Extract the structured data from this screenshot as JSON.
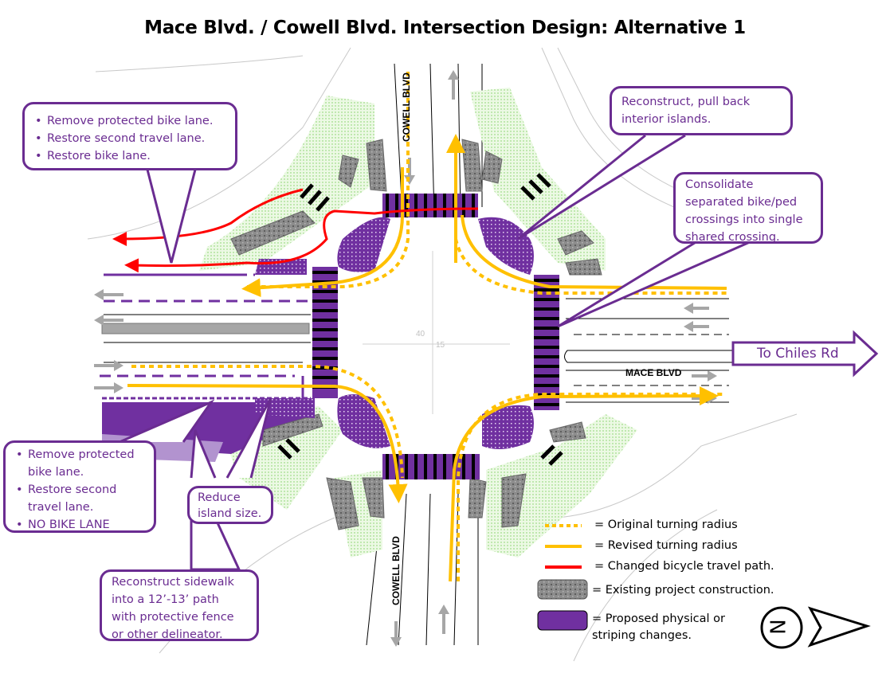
{
  "title": "Mace Blvd. / Cowell Blvd. Intersection Design: Alternative 1",
  "colors": {
    "callout_border": "#6a2c91",
    "callout_text": "#6a2c91",
    "proposed_purple": "#7030a0",
    "original_radius": "#ffc000",
    "revised_radius": "#ffc000",
    "bike_path": "#ff0000",
    "existing_construction": "#8c8c8c",
    "landscape_green": "#d9f2c9"
  },
  "road_labels": {
    "cowell_north": "COWELL BLVD",
    "cowell_south": "COWELL BLVD",
    "mace": "MACE BLVD"
  },
  "destination_arrow": {
    "label": "To Chiles Rd"
  },
  "callouts": {
    "top_left": {
      "items": [
        "Remove protected bike lane.",
        "Restore second travel lane.",
        "Restore bike lane."
      ]
    },
    "top_right": {
      "text_line1": "Reconstruct, pull back",
      "text_line2": "interior islands."
    },
    "mid_right": {
      "line1": "Consolidate",
      "line2": "separated bike/ped",
      "line3": "crossings into single",
      "line4": "shared crossing."
    },
    "bottom_left": {
      "items": [
        "Remove protected bike lane.",
        "Restore second travel lane.",
        "NO BIKE LANE"
      ]
    },
    "island": {
      "line1": "Reduce",
      "line2": "island size."
    },
    "sidewalk": {
      "line1": "Reconstruct sidewalk",
      "line2": "into a 12’-13’ path",
      "line3": "with protective fence",
      "line4": "or other delineator."
    }
  },
  "legend": {
    "items": [
      {
        "symbol": "dotted-orange-line",
        "label": "= Original turning radius"
      },
      {
        "symbol": "solid-orange-line",
        "label": "= Revised turning radius"
      },
      {
        "symbol": "solid-red-line",
        "label": "= Changed bicycle travel path."
      },
      {
        "symbol": "gray-hatched-box",
        "label": "= Existing project construction."
      },
      {
        "symbol": "purple-box",
        "label": "= Proposed physical or",
        "label2": "striping changes."
      }
    ]
  },
  "north_arrow": {
    "letter": "N"
  },
  "center_annotations": {
    "n1": "40",
    "n2": "15"
  }
}
